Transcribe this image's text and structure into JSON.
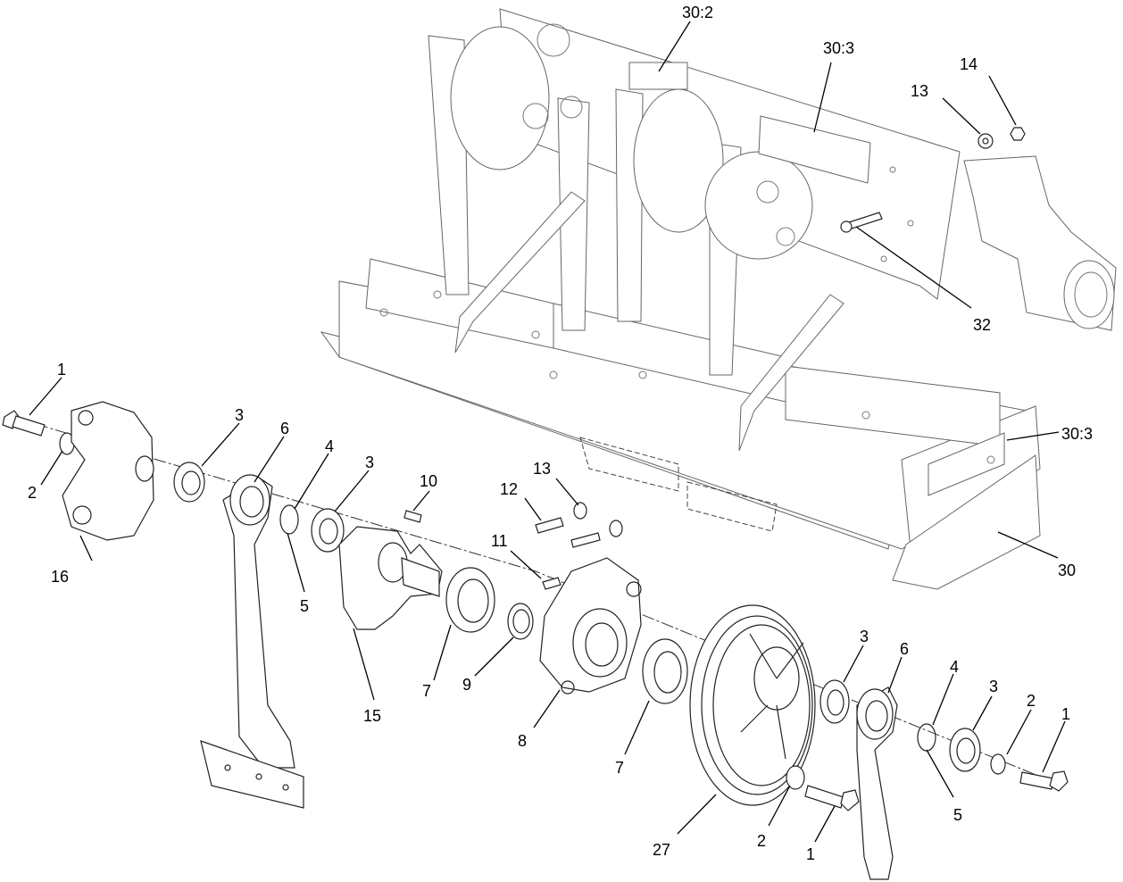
{
  "diagram": {
    "callouts": [
      "1",
      "2",
      "3",
      "4",
      "5",
      "6",
      "7",
      "8",
      "9",
      "10",
      "11",
      "12",
      "13",
      "14",
      "15",
      "16",
      "27",
      "30",
      "30:2",
      "30:3",
      "32"
    ]
  }
}
